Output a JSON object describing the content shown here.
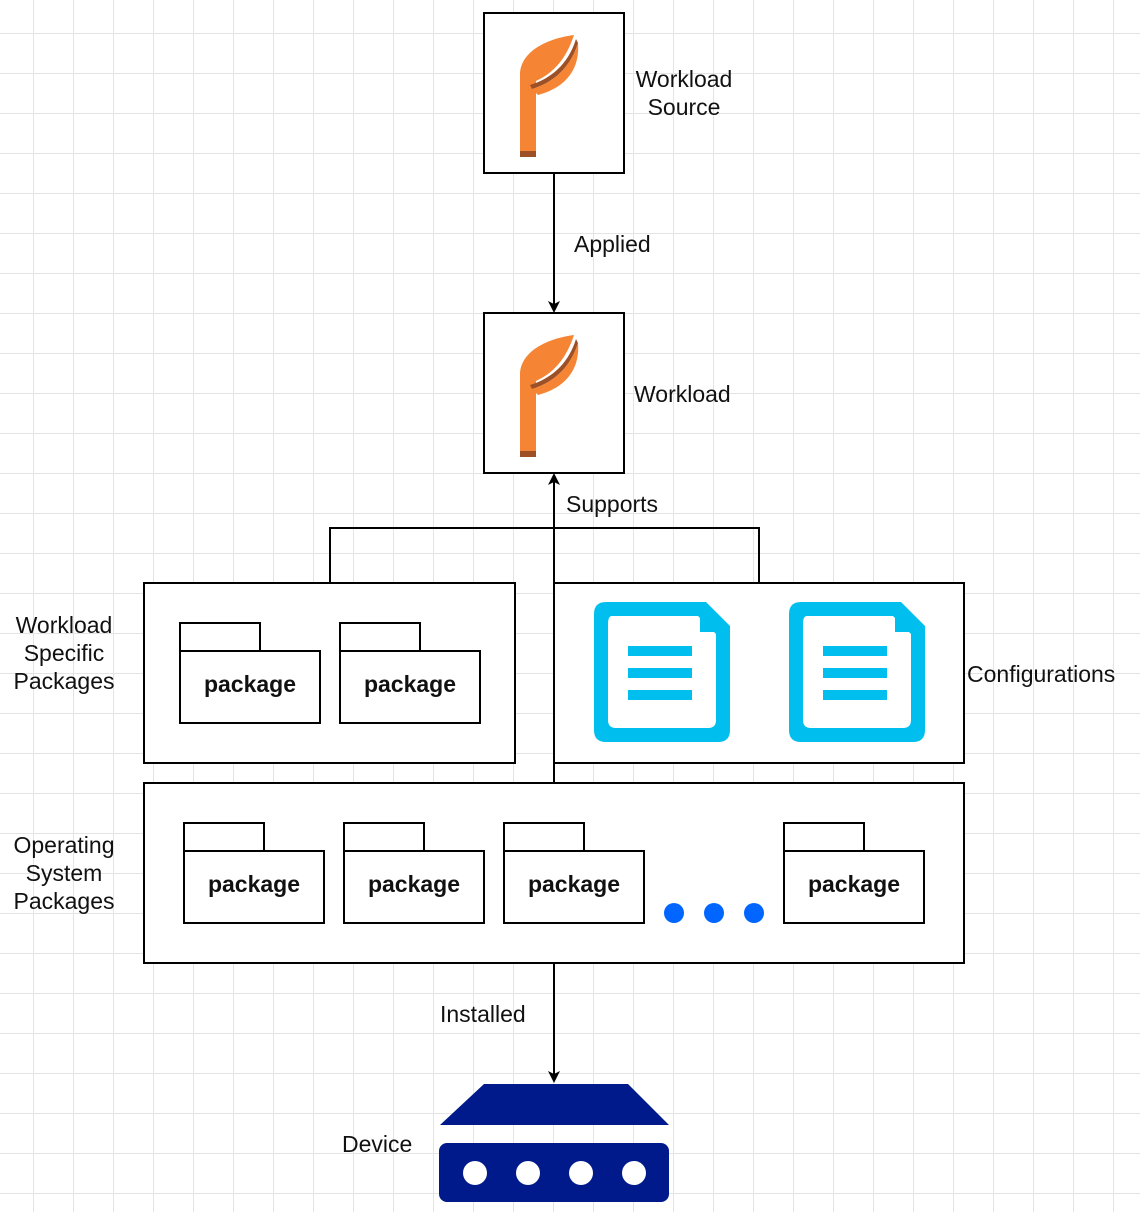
{
  "nodes": {
    "workload_source": {
      "label_line1": "Workload",
      "label_line2": "Source",
      "icon": "workload-leaf-icon"
    },
    "workload": {
      "label": "Workload",
      "icon": "workload-leaf-icon"
    },
    "workload_specific": {
      "label_line1": "Workload",
      "label_line2": "Specific",
      "label_line3": "Packages",
      "packages": [
        "package",
        "package"
      ]
    },
    "configurations": {
      "label": "Configurations",
      "icon": "document-icon"
    },
    "os_packages": {
      "label_line1": "Operating",
      "label_line2": "System",
      "label_line3": "Packages",
      "packages": [
        "package",
        "package",
        "package",
        "package"
      ],
      "ellipsis": "more-dots-icon"
    },
    "device": {
      "label": "Device",
      "icon": "network-device-icon"
    }
  },
  "edges": {
    "applied": "Applied",
    "supports": "Supports",
    "installed": "Installed"
  },
  "colors": {
    "leaf_orange": "#f58534",
    "leaf_shadow": "#9d5025",
    "doc_blue": "#00bfef",
    "dots_blue": "#0066ff",
    "device_navy": "#001a8c"
  }
}
